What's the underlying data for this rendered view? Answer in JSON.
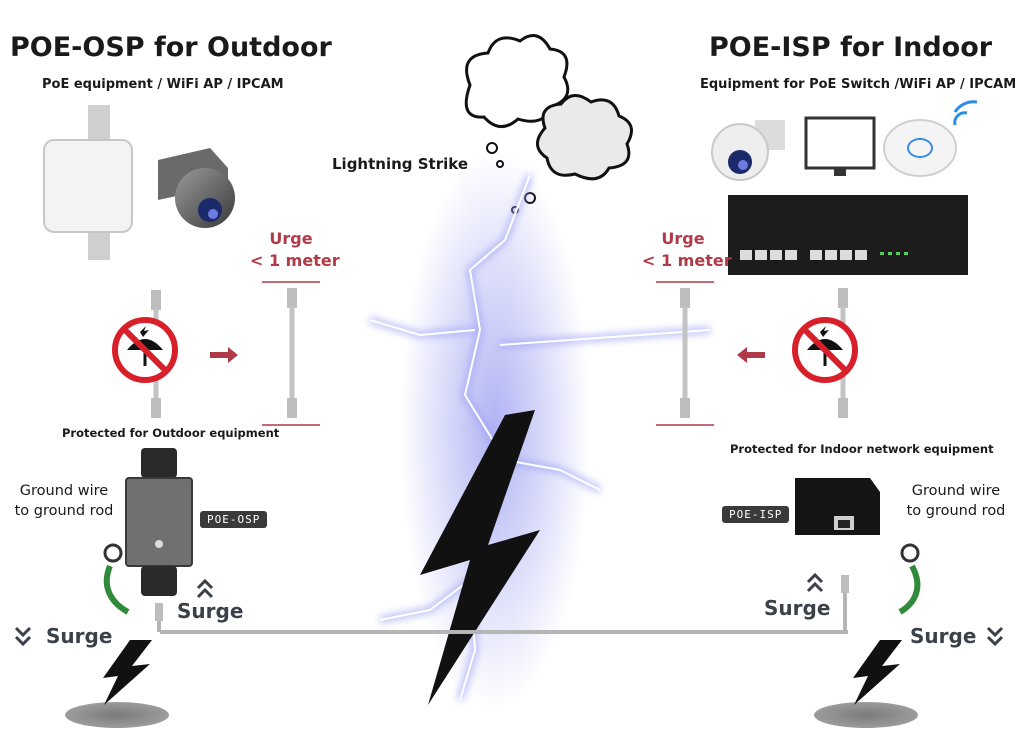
{
  "left": {
    "title": "POE-OSP for Outdoor",
    "subtitle": "PoE equipment / WiFi AP / IPCAM",
    "urge_line1": "Urge",
    "urge_line2": "< 1 meter",
    "protected_note": "Protected for Outdoor equipment",
    "ground_line1": "Ground wire",
    "ground_line2": "to ground rod",
    "device_badge": "POE-OSP",
    "surge_label_1": "Surge",
    "surge_label_2": "Surge"
  },
  "right": {
    "title": "POE-ISP for Indoor",
    "subtitle": "Equipment for PoE Switch /WiFi AP / IPCAM",
    "urge_line1": "Urge",
    "urge_line2": "< 1 meter",
    "protected_note": "Protected for Indoor network equipment",
    "ground_line1": "Ground wire",
    "ground_line2": "to ground rod",
    "device_badge": "POE-ISP",
    "surge_label_1": "Surge",
    "surge_label_2": "Surge"
  },
  "center": {
    "lightning_label": "Lightning Strike"
  },
  "colors": {
    "accent_red": "#b03a48",
    "warning_red": "#d8202a",
    "lightning_glow": "#8a8ef0",
    "ground_wire": "#2f8a3a"
  }
}
